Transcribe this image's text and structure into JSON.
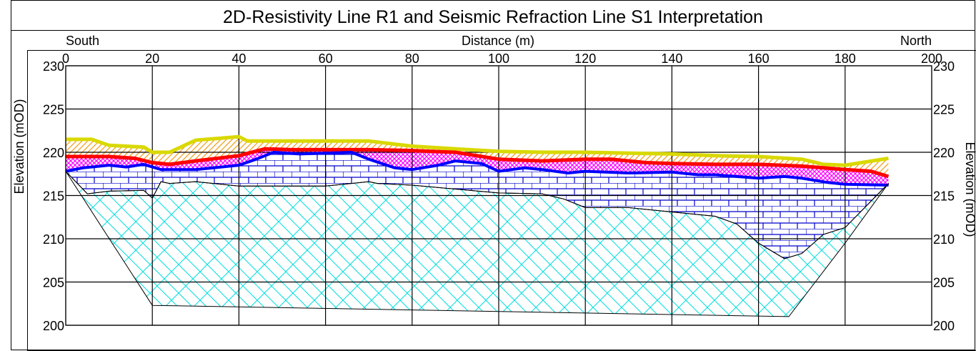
{
  "chart_data": {
    "type": "area",
    "title": "2D-Resistivity Line R1 and Seismic Refraction Line S1 Interpretation",
    "xlabel": "Distance (m)",
    "ylabel_left": "Elevation (mOD)",
    "ylabel_right": "Elevation (mOD)",
    "direction_left": "South",
    "direction_right": "North",
    "xlim": [
      0,
      200
    ],
    "ylim": [
      200,
      230
    ],
    "x_ticks": [
      0,
      20,
      40,
      60,
      80,
      100,
      120,
      140,
      160,
      180,
      200
    ],
    "y_ticks": [
      230,
      225,
      220,
      215,
      210,
      205,
      200
    ],
    "grid": true,
    "colors": {
      "surface_line": "#d9d900",
      "red_line": "#ff0000",
      "blue_line": "#0000ff",
      "hatch": "#f0a020",
      "crosshatch": "#ff00ff",
      "brick": "#0000cc",
      "herringbone": "#00dede"
    },
    "series": [
      {
        "key": "surface",
        "x": [
          0,
          6,
          10,
          18,
          20,
          24,
          30,
          40,
          42,
          50,
          60,
          70,
          80,
          90,
          100,
          110,
          120,
          130,
          140,
          150,
          160,
          170,
          175,
          180,
          190
        ],
        "y": [
          221.5,
          221.5,
          220.8,
          220.6,
          220.0,
          220.0,
          221.4,
          221.8,
          221.3,
          221.3,
          221.3,
          221.3,
          220.7,
          220.4,
          220.1,
          220.0,
          220.0,
          219.9,
          219.8,
          219.6,
          219.5,
          219.2,
          218.6,
          218.5,
          219.3
        ]
      },
      {
        "key": "red",
        "x": [
          0,
          10,
          16,
          20,
          24,
          30,
          40,
          46,
          52,
          60,
          70,
          80,
          90,
          100,
          110,
          120,
          126,
          134,
          140,
          150,
          160,
          170,
          180,
          186,
          190
        ],
        "y": [
          219.5,
          219.5,
          219.3,
          218.8,
          218.6,
          219.0,
          219.6,
          220.4,
          220.3,
          220.3,
          220.3,
          220.2,
          220.0,
          219.2,
          219.0,
          219.2,
          219.2,
          218.8,
          218.7,
          218.6,
          218.6,
          218.4,
          218.0,
          217.8,
          217.2
        ]
      },
      {
        "key": "blue",
        "x": [
          0,
          4,
          10,
          14,
          18,
          22,
          30,
          40,
          44,
          48,
          54,
          60,
          66,
          70,
          76,
          80,
          86,
          90,
          96,
          100,
          106,
          110,
          116,
          120,
          130,
          140,
          146,
          150,
          160,
          166,
          170,
          176,
          180,
          190
        ],
        "y": [
          217.8,
          218.2,
          218.5,
          218.3,
          218.6,
          218.0,
          218.0,
          218.5,
          219.2,
          220.0,
          219.8,
          219.9,
          220.0,
          219.2,
          218.2,
          218.0,
          218.5,
          219.0,
          218.7,
          217.8,
          218.2,
          218.0,
          217.6,
          217.8,
          217.6,
          217.7,
          217.4,
          217.4,
          217.0,
          217.2,
          217.0,
          216.5,
          216.3,
          216.2
        ]
      },
      {
        "key": "limestone_base",
        "x": [
          0,
          5,
          10,
          18,
          20,
          22,
          24,
          30,
          40,
          50,
          60,
          70,
          72,
          80,
          100,
          110,
          115,
          120,
          130,
          150,
          155,
          160,
          166,
          170,
          175,
          180,
          190
        ],
        "y": [
          217.8,
          215.2,
          215.5,
          215.6,
          214.7,
          216.6,
          216.4,
          216.6,
          216.1,
          216.1,
          216.1,
          216.6,
          216.4,
          216.2,
          215.3,
          215.2,
          214.6,
          213.6,
          213.6,
          212.6,
          211.7,
          209.5,
          207.7,
          208.3,
          210.5,
          211.3,
          216.4
        ]
      },
      {
        "key": "herringbone_base",
        "x": [
          0,
          20,
          167,
          180
        ],
        "y": [
          217.8,
          202.3,
          201.0,
          209.5
        ]
      }
    ]
  }
}
